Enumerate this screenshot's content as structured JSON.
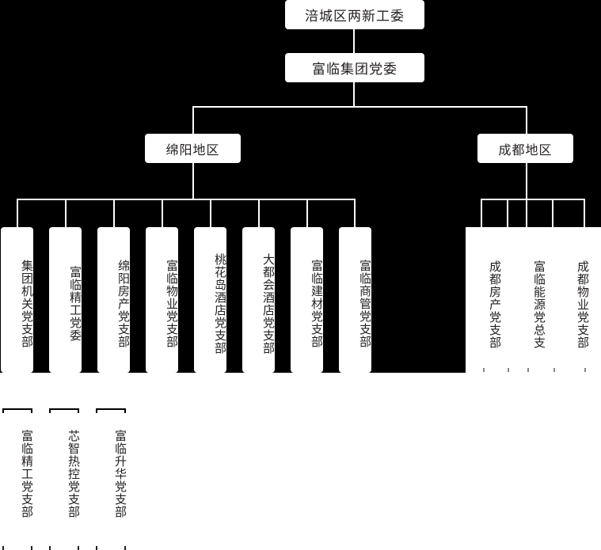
{
  "chart": {
    "title_node": {
      "label": "涪城区两新工委"
    },
    "second_node": {
      "label": "富临集团党委"
    },
    "regions": [
      {
        "name": "mianyang",
        "label": "绵阳地区"
      },
      {
        "name": "chengdu",
        "label": "成都地区"
      }
    ],
    "mianyang_branches": [
      {
        "label": "集团机关党支部"
      },
      {
        "label": "富临精工党委"
      },
      {
        "label": "绵阳房产党支部"
      },
      {
        "label": "富临物业党支部"
      },
      {
        "label": "桃花岛酒店党支部"
      },
      {
        "label": "大都会酒店党支部"
      },
      {
        "label": "富临建材党支部"
      },
      {
        "label": "富临商管党支部"
      }
    ],
    "chengdu_branches": [
      {
        "label": "成都房产党支部"
      },
      {
        "label": "富临能源党总支"
      },
      {
        "label": "成都物业党支部"
      }
    ],
    "sub_branches": [
      {
        "label": "富临精工党支部"
      },
      {
        "label": "芯智热控党支部"
      },
      {
        "label": "富临升华党支部"
      }
    ],
    "colors": {
      "background": "#000000",
      "node_fill": "#ffffff",
      "text": "#231f20",
      "connector": "#ffffff"
    }
  }
}
